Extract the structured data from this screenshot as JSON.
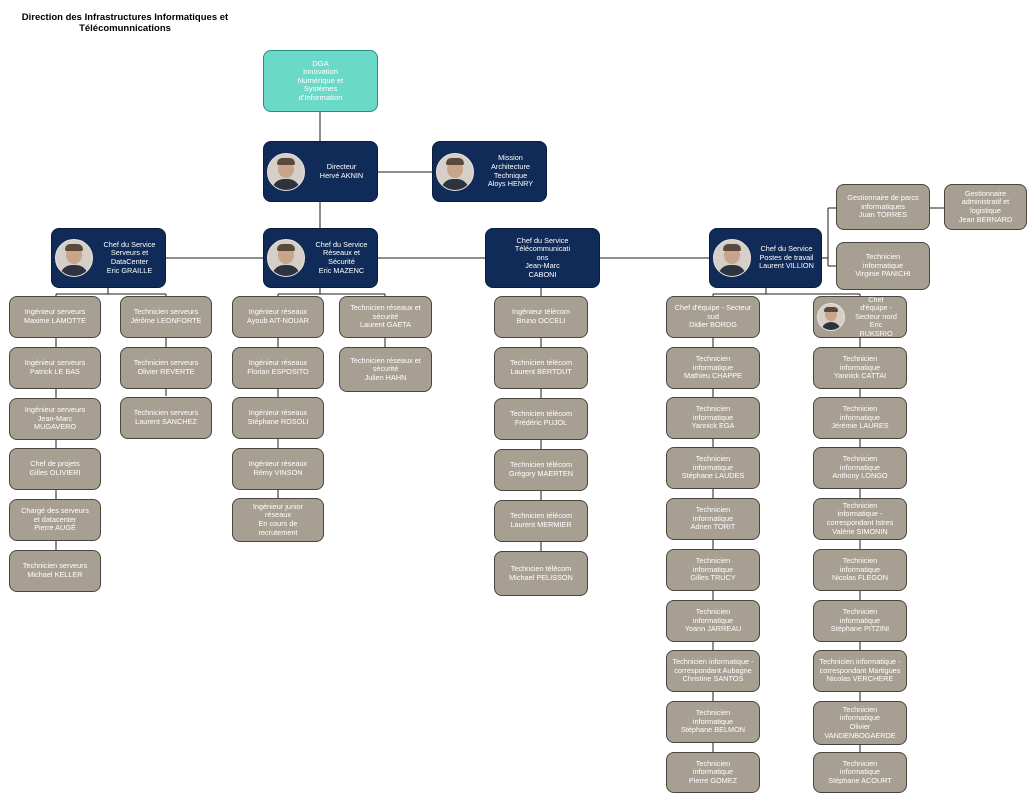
{
  "title": "Direction des Infrastructures Informatiques et\nTélécomunnications",
  "nodes": {
    "dga": "DGA\nInnovation\nNumérique et\nSystèmes\nd'Information",
    "directeur": "Directeur\nHervé AKNIN",
    "mission": "Mission\nArchitecture\nTechnique\nAloys HENRY",
    "chef_serveurs": "Chef du Service\nServeurs et\nDataCenter\nEric GRAILLE",
    "chef_reseaux": "Chef du Service\nRéseaux et\nSécurité\nEric MAZENC",
    "chef_telecom": "Chef du Service\nTélécommunicati\nons\nJean-Marc\nCABONI",
    "chef_postes": "Chef du Service\nPostes de travail\nLaurent VILLION",
    "gest_parcs": "Gestionnaire de parcs\ninformatiques\nJuan TORRES",
    "gest_admin": "Gestionnaire\nadministratif et\nlogistique\nJean BERNARD",
    "tech_panichi": "Technicien\ninformatique\nVirginie PANICHI"
  },
  "columns": {
    "serveurs_ing": [
      "Ingénieur serveurs\nMaxime LAMOTTE",
      "Ingénieur serveurs\nPatrick LE BAS",
      "Ingénieur serveurs\nJean-Marc\nMUGAVERO",
      "Chef de projets\nGilles OLIVIERI",
      "Chargé des serveurs\net datacenter\nPierre AUGÉ",
      "Technicien serveurs\nMichael KELLER"
    ],
    "serveurs_tech": [
      "Technicien serveurs\nJérôme LEONFORTE",
      "Technicien serveurs\nOlivier REVERTE",
      "Technicien serveurs\nLaurent SANCHEZ"
    ],
    "reseaux_ing": [
      "Ingénieur réseaux\nAyoub AIT-NOUAR",
      "Ingénieur réseaux\nFlorian ESPOSITO",
      "Ingénieur réseaux\nStéphane ROSOLI",
      "Ingénieur réseaux\nRémy VINSON",
      "Ingénieur junior\nréseaux\nEn cours de\nrecrutement"
    ],
    "reseaux_tech": [
      "Technicien réseaux et\nsécurité\nLaurent GAETA",
      "Technicien réseaux et\nsécurité\nJulien HAHN"
    ],
    "telecom": [
      "Ingénieur télécom\nBruno OCCELI",
      "Technicien télécom\nLaurent BERTOUT",
      "Technicien télécom\nFrédéric PUJOL",
      "Technicien télécom\nGrégory MAERTEN",
      "Technicien télécom\nLaurent MERMIER",
      "Techncien télécom\nMichael PELISSON"
    ],
    "postes_sud": [
      "Chef d'équipe - Secteur\nsud\nDidier BORDG",
      "Technicien\ninformatique\nMathieu CHAPPE",
      "Technicien\ninformatique\nYannick EGA",
      "Technicien\ninformatique\nStéphane LAUDES",
      "Technicien\ninformatique\nAdrien TORIT",
      "Technicien\ninformatique\nGilles TRUCY",
      "Technicien\ninformatique\nYoann JARREAU",
      "Technicien informatique -\ncorrespondant Aubagne\nChristine SANTOS",
      "Technicien\ninformatique\nStéphane BELMON",
      "Technicien\ninformatique\nPierre GOMEZ"
    ],
    "postes_nord": [
      "Chef\nd'équipe -\nSecteur nord\nEric\nRUKSRIO",
      "Technicien\ninformatique\nYannick CATTAI",
      "Technicien\ninformatique\nJérémie LAURES",
      "Technicien\ninformatique\nAnthony LONGO",
      "Technicien\ninformatique -\ncorrespondant Istres\nValérie SIMONIN",
      "Technicien\ninformatique\nNicolas FLEGON",
      "Technicien\ninformatique\nStéphane PITZINI",
      "Technicien informatique -\ncorrespondant Martigues\nNicolas VERCHERE",
      "Technicien\ninformatique\nOlivier\nVANDENBOGAERDE",
      "Technicien\ninformatique\nStéphane ACOURT"
    ]
  }
}
